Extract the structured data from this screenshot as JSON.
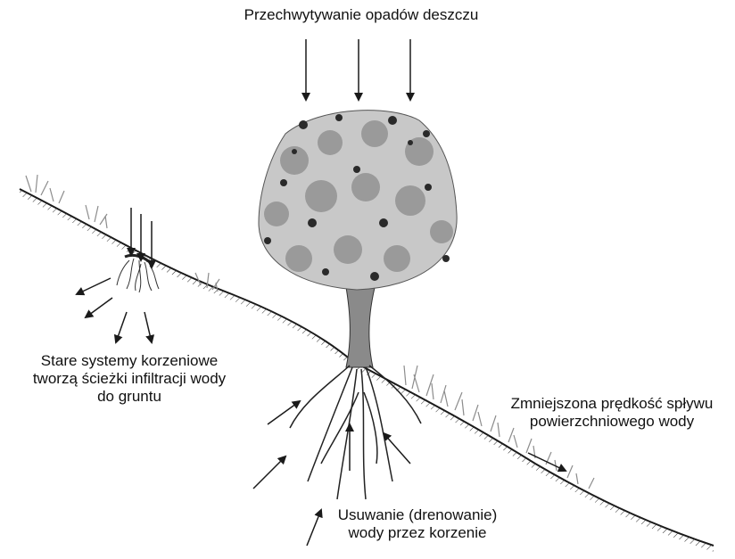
{
  "labels": {
    "rain_interception": "Przechwytywanie opadów deszczu",
    "old_roots": [
      "Stare systemy korzeniowe",
      "tworzą ścieżki infiltracji wody",
      "do gruntu"
    ],
    "runoff": [
      "Zmniejszona prędkość spływu",
      "powierzchniowego wody"
    ],
    "drainage": [
      "Usuwanie (drenowanie)",
      "wody przez korzenie"
    ]
  },
  "colors": {
    "ink": "#1a1a1a",
    "foliage_light": "#c8c8c8",
    "foliage_mid": "#9a9a9a",
    "foliage_dark": "#2a2a2a",
    "trunk": "#8a8a8a",
    "grass": "#b5b5b5"
  }
}
